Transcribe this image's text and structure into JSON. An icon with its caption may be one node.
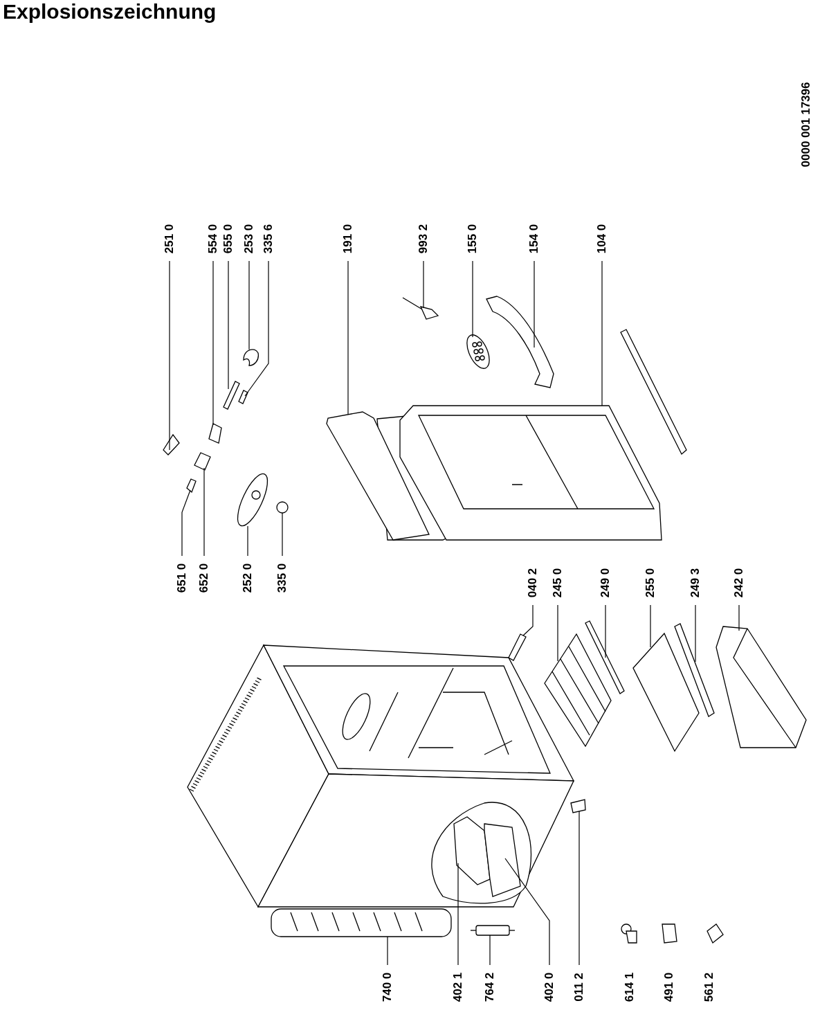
{
  "diagram": {
    "title": "Explosionszeichnung",
    "nodes": [
      {
        "text": [
          "251 0"
        ]
      },
      {
        "text": [
          "554 0"
        ]
      },
      {
        "text": [
          "655 0"
        ]
      },
      {
        "text": [
          "253 0"
        ]
      },
      {
        "text": [
          "335 6"
        ]
      },
      {
        "text": [
          "191 0"
        ]
      },
      {
        "text": [
          "993 2"
        ]
      },
      {
        "text": [
          "155 0"
        ]
      },
      {
        "text": [
          "154 0"
        ]
      },
      {
        "text": [
          "104 0"
        ]
      },
      {
        "text": [
          "651 0"
        ]
      },
      {
        "text": [
          "652 0"
        ]
      },
      {
        "text": [
          "252 0"
        ]
      },
      {
        "text": [
          "335 0"
        ]
      },
      {
        "text": [
          "040 2"
        ]
      },
      {
        "text": [
          "245 0"
        ]
      },
      {
        "text": [
          "249 0"
        ]
      },
      {
        "text": [
          "255 0"
        ]
      },
      {
        "text": [
          "249 3"
        ]
      },
      {
        "text": [
          "242 0"
        ]
      },
      {
        "text": [
          "740 0"
        ]
      },
      {
        "text": [
          "402 1"
        ]
      },
      {
        "text": [
          "764 2"
        ]
      },
      {
        "text": [
          "402 0"
        ]
      },
      {
        "text": [
          "011 2"
        ]
      },
      {
        "text": [],
        "shape": "picture"
      },
      {
        "text": [],
        "shape": "picture"
      },
      {
        "text": [],
        "shape": "picture"
      },
      {
        "text": [],
        "shape": "picture"
      },
      {
        "text": [],
        "shape": "picture"
      },
      {
        "text": [],
        "shape": "picture"
      },
      {
        "text": [],
        "shape": "picture"
      },
      {
        "text": [],
        "shape": "picture"
      },
      {
        "text": [],
        "shape": "picture"
      },
      {
        "text": [],
        "shape": "picture"
      },
      {
        "text": [],
        "shape": "picture"
      },
      {
        "text": [],
        "shape": "picture"
      },
      {
        "text": [],
        "shape": "picture"
      },
      {
        "text": [],
        "shape": "picture"
      },
      {
        "text": [],
        "shape": "picture"
      },
      {
        "text": [],
        "shape": "picture"
      },
      {
        "text": [],
        "shape": "picture"
      },
      {
        "text": [],
        "shape": "picture"
      },
      {
        "text": [],
        "shape": "picture"
      },
      {
        "text": [],
        "shape": "picture"
      },
      {
        "text": [],
        "shape": "picture"
      },
      {
        "text": [],
        "shape": "picture"
      },
      {
        "text": [],
        "shape": "picture"
      },
      {
        "text": [],
        "shape": "picture"
      },
      {
        "text": [],
        "shape": "picture"
      }
    ],
    "edges": [
      {
        "from": 0,
        "to": 25,
        "arrow": "none"
      },
      {
        "from": 1,
        "to": 26,
        "arrow": "none"
      },
      {
        "from": 2,
        "to": 27,
        "arrow": "none"
      },
      {
        "from": 3,
        "to": 28,
        "arrow": "none"
      },
      {
        "from": 4,
        "to": 29,
        "arrow": "none"
      },
      {
        "from": 5,
        "to": 30,
        "arrow": "none"
      },
      {
        "from": 6,
        "to": 31,
        "arrow": "none"
      },
      {
        "from": 7,
        "to": 32,
        "arrow": "none"
      },
      {
        "from": 8,
        "to": 33,
        "arrow": "none"
      },
      {
        "from": 9,
        "to": 34,
        "arrow": "none"
      },
      {
        "from": 10,
        "to": 35,
        "arrow": "none"
      },
      {
        "from": 11,
        "to": 36,
        "arrow": "none"
      },
      {
        "from": 12,
        "to": 37,
        "arrow": "none"
      },
      {
        "from": 13,
        "to": 38,
        "arrow": "none"
      },
      {
        "from": 14,
        "to": 39,
        "arrow": "none"
      },
      {
        "from": 15,
        "to": 40,
        "arrow": "none"
      },
      {
        "from": 16,
        "to": 41,
        "arrow": "none"
      },
      {
        "from": 17,
        "to": 42,
        "arrow": "none"
      },
      {
        "from": 18,
        "to": 43,
        "arrow": "none"
      },
      {
        "from": 19,
        "to": 44,
        "arrow": "none"
      },
      {
        "from": 20,
        "to": 45,
        "arrow": "none"
      },
      {
        "from": 21,
        "to": 46,
        "arrow": "none"
      },
      {
        "from": 22,
        "to": 47,
        "arrow": "none"
      },
      {
        "from": 23,
        "to": 48,
        "arrow": "none"
      },
      {
        "from": 24,
        "to": 49,
        "arrow": "none"
      }
    ],
    "labels": [
      "0000 001 17396",
      "614 1",
      "491 0",
      "561 2"
    ]
  }
}
